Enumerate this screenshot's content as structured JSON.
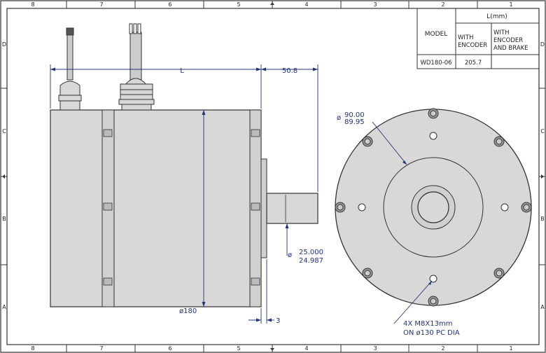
{
  "border": {
    "top_zones": [
      "8",
      "7",
      "6",
      "5",
      "4",
      "3",
      "2",
      "1"
    ],
    "bottom_zones": [
      "8",
      "7",
      "6",
      "5",
      "4",
      "3",
      "2",
      "1"
    ],
    "left_zones": [
      "D",
      "C",
      "B",
      "A"
    ],
    "right_zones": [
      "D",
      "C",
      "B",
      "A"
    ]
  },
  "table": {
    "header_l": "L(mm)",
    "header_model": "MODEL",
    "col1": [
      "WITH",
      "ENCODER"
    ],
    "col2": [
      "WITH",
      "ENCODER",
      "AND BRAKE"
    ],
    "row_model": "WD180-06",
    "row_l1": "205.7",
    "row_l2": ""
  },
  "dims": {
    "length_label": "L",
    "shaft_len": "50.8",
    "body_dia": "ø180",
    "flange_thk": "3",
    "shaft_dia_top": "25.000",
    "shaft_dia_bot": "24.987",
    "pilot_dia_top": "90.00",
    "pilot_dia_bot": "89.95",
    "holes_line1": "4X  M8X13mm",
    "holes_line2": "ON ø130 PC DIA"
  }
}
